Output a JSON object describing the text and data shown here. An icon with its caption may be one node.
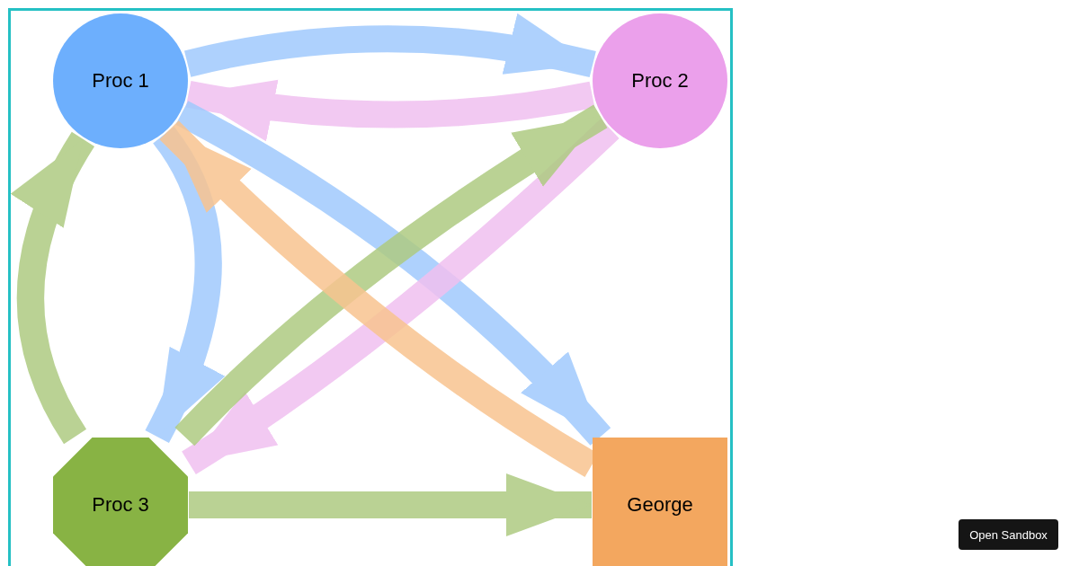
{
  "diagram": {
    "nodes": [
      {
        "text": [
          "Proc 1"
        ]
      },
      {
        "text": [
          "Proc 2"
        ]
      },
      {
        "text": [
          "Proc 3"
        ]
      },
      {
        "text": [
          "George"
        ]
      }
    ],
    "edges": [
      {
        "from": 0,
        "to": 1,
        "arrow": "to",
        "color": "#a0cafd"
      },
      {
        "from": 1,
        "to": 0,
        "arrow": "to",
        "color": "#f0c0f0"
      },
      {
        "from": 0,
        "to": 2,
        "arrow": "to",
        "color": "#a0cafd"
      },
      {
        "from": 0,
        "to": 3,
        "arrow": "to",
        "color": "#a0cafd"
      },
      {
        "from": 1,
        "to": 2,
        "arrow": "to",
        "color": "#f0c0f0"
      },
      {
        "from": 2,
        "to": 0,
        "arrow": "to",
        "color": "#aecb82"
      },
      {
        "from": 2,
        "to": 1,
        "arrow": "to",
        "color": "#aecb82"
      },
      {
        "from": 2,
        "to": 3,
        "arrow": "to",
        "color": "#aecb82"
      },
      {
        "from": 3,
        "to": 0,
        "arrow": "to",
        "color": "#f8c490"
      }
    ],
    "labels": [
      "Open Sandbox"
    ]
  }
}
